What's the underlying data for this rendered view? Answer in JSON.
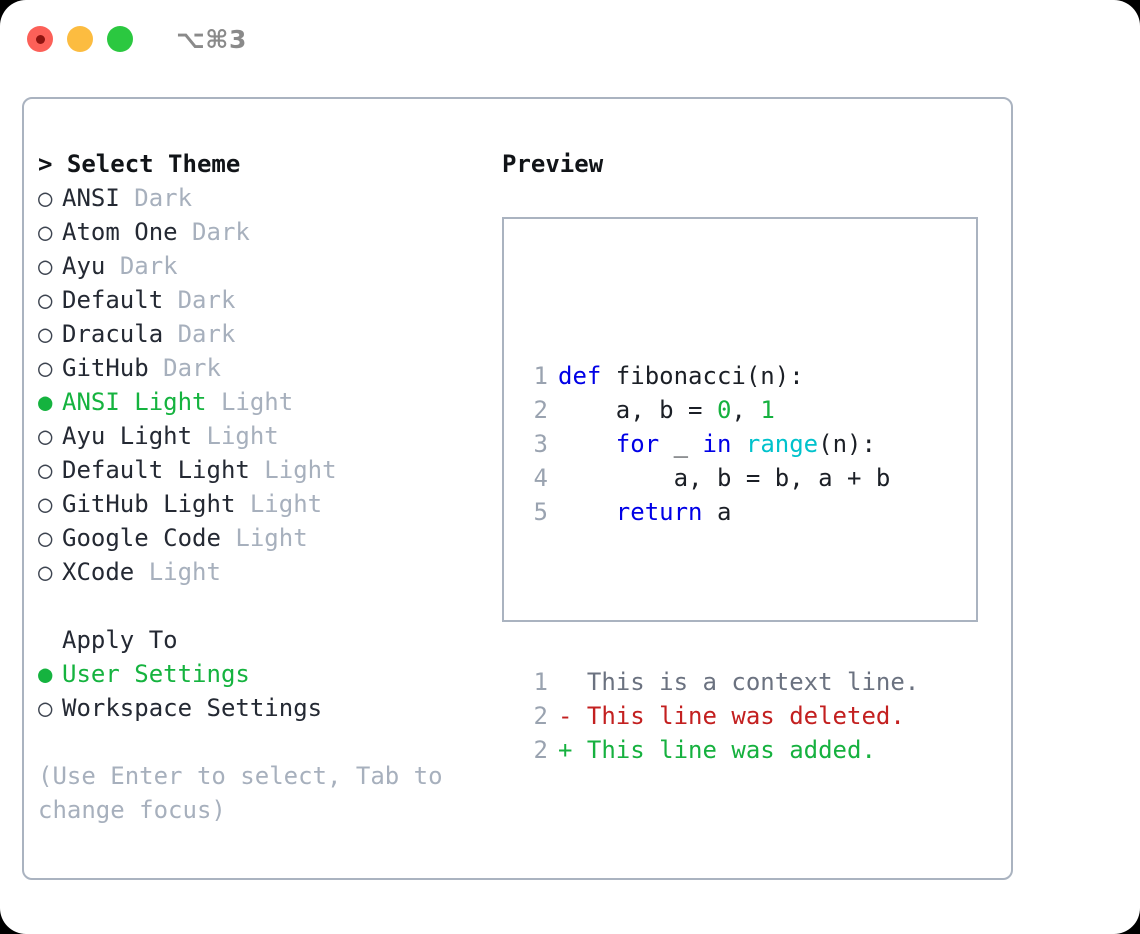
{
  "window": {
    "shortcut": "⌥⌘3",
    "lights": [
      {
        "name": "close",
        "color": "#fc6058"
      },
      {
        "name": "minimize",
        "color": "#fcbc40"
      },
      {
        "name": "maximize",
        "color": "#2bc840"
      }
    ]
  },
  "theme_picker": {
    "header": "> Select Theme",
    "items": [
      {
        "name": "ANSI",
        "kind": "Dark",
        "selected": false
      },
      {
        "name": "Atom One",
        "kind": "Dark",
        "selected": false
      },
      {
        "name": "Ayu",
        "kind": "Dark",
        "selected": false
      },
      {
        "name": "Default",
        "kind": "Dark",
        "selected": false
      },
      {
        "name": "Dracula",
        "kind": "Dark",
        "selected": false
      },
      {
        "name": "GitHub",
        "kind": "Dark",
        "selected": false
      },
      {
        "name": "ANSI Light",
        "kind": "Light",
        "selected": true
      },
      {
        "name": "Ayu Light",
        "kind": "Light",
        "selected": false
      },
      {
        "name": "Default Light",
        "kind": "Light",
        "selected": false
      },
      {
        "name": "GitHub Light",
        "kind": "Light",
        "selected": false
      },
      {
        "name": "Google Code",
        "kind": "Light",
        "selected": false
      },
      {
        "name": "XCode",
        "kind": "Light",
        "selected": false
      }
    ],
    "bullet_selected": "●",
    "bullet_unselected": "○"
  },
  "apply_to": {
    "header": "Apply To",
    "options": [
      {
        "label": "User Settings",
        "selected": true
      },
      {
        "label": "Workspace Settings",
        "selected": false
      }
    ]
  },
  "hint": "(Use Enter to select, Tab to change focus)",
  "preview": {
    "title": "Preview",
    "code_lines": [
      {
        "no": "1",
        "tokens": [
          {
            "t": "def",
            "c": "kw"
          },
          {
            "t": " fibonacci(n):",
            "c": "pl"
          }
        ]
      },
      {
        "no": "2",
        "tokens": [
          {
            "t": "    a, b = ",
            "c": "pl"
          },
          {
            "t": "0",
            "c": "num"
          },
          {
            "t": ", ",
            "c": "pl"
          },
          {
            "t": "1",
            "c": "num"
          }
        ]
      },
      {
        "no": "3",
        "tokens": [
          {
            "t": "    ",
            "c": "pl"
          },
          {
            "t": "for",
            "c": "kw"
          },
          {
            "t": " _ ",
            "c": "pl"
          },
          {
            "t": "in",
            "c": "kw"
          },
          {
            "t": " ",
            "c": "pl"
          },
          {
            "t": "range",
            "c": "fn"
          },
          {
            "t": "(n):",
            "c": "pl"
          }
        ]
      },
      {
        "no": "4",
        "tokens": [
          {
            "t": "        a, b = b, a + b",
            "c": "pl"
          }
        ]
      },
      {
        "no": "5",
        "tokens": [
          {
            "t": "    ",
            "c": "pl"
          },
          {
            "t": "return",
            "c": "kw"
          },
          {
            "t": " a",
            "c": "pl"
          }
        ]
      }
    ],
    "diff_lines": [
      {
        "no": "1",
        "marker": "  ",
        "text": "This is a context line.",
        "kind": "ctx"
      },
      {
        "no": "2",
        "marker": "- ",
        "text": "This line was deleted.",
        "kind": "del"
      },
      {
        "no": "2",
        "marker": "+ ",
        "text": "This line was added.",
        "kind": "add"
      }
    ]
  },
  "colors": {
    "accent_green": "#15b33f",
    "muted": "#a7b0bd",
    "border": "#aab3c0",
    "keyword_blue": "#0000e6",
    "function_cyan": "#00c2cc",
    "number_green": "#16b13f",
    "diff_red": "#c32020",
    "diff_green": "#16b13f",
    "lineno_gray": "#9aa3b0"
  }
}
